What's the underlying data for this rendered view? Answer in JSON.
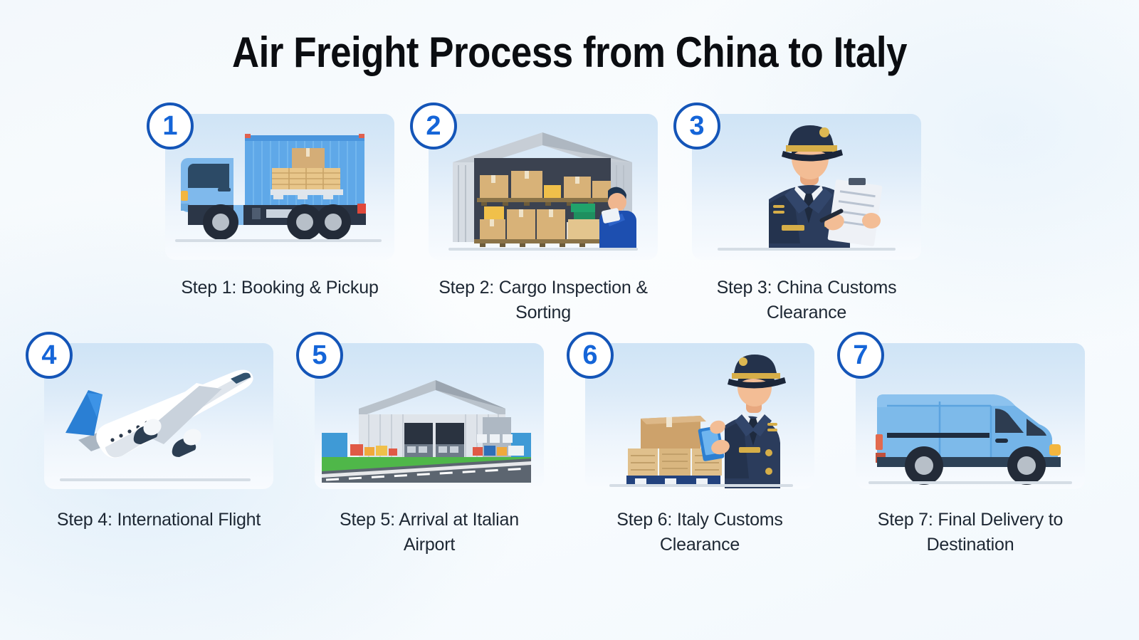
{
  "header": {
    "title": "Air Freight Process from China to Italy"
  },
  "colors": {
    "badge_border": "#1455b8",
    "badge_number": "#1565d8",
    "caption_text": "#1d2733",
    "title_text": "#0b0d11",
    "card_top": "#cfe4f6",
    "card_bottom": "#f8fbfe",
    "page_background": "#f5f9fc"
  },
  "steps": [
    {
      "number": "1",
      "caption": "Step 1: Booking & Pickup",
      "icon": "delivery-truck-icon",
      "row": "top"
    },
    {
      "number": "2",
      "caption": "Step 2: Cargo Inspection & Sorting",
      "icon": "warehouse-icon",
      "row": "top"
    },
    {
      "number": "3",
      "caption": "Step 3: China Customs Clearance",
      "icon": "customs-officer-clipboard-icon",
      "row": "top"
    },
    {
      "number": "4",
      "caption": "Step 4: International Flight",
      "icon": "airplane-icon",
      "row": "bottom"
    },
    {
      "number": "5",
      "caption": "Step 5: Arrival at Italian Airport",
      "icon": "airport-terminal-icon",
      "row": "bottom"
    },
    {
      "number": "6",
      "caption": "Step 6: Italy Customs Clearance",
      "icon": "customs-officer-tablet-icon",
      "row": "bottom"
    },
    {
      "number": "7",
      "caption": "Step 7: Final Delivery to Destination",
      "icon": "delivery-van-icon",
      "row": "bottom"
    }
  ]
}
